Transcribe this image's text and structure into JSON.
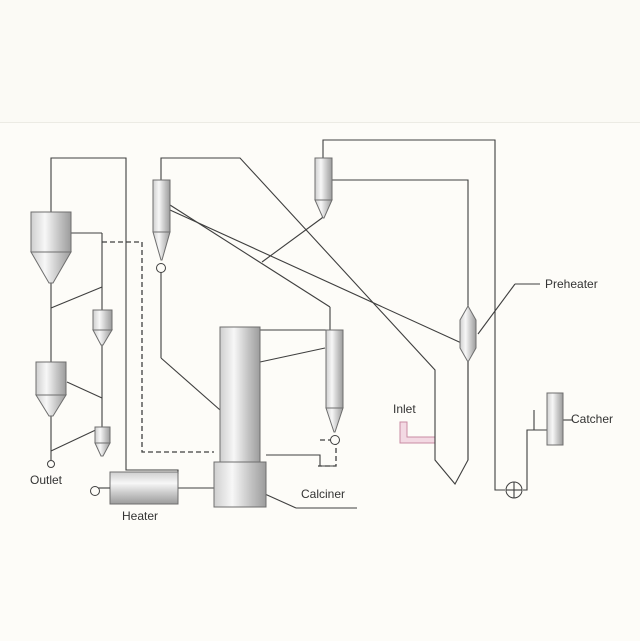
{
  "labels": {
    "outlet": "Outlet",
    "heater": "Heater",
    "calciner": "Calciner",
    "inlet": "Inlet",
    "preheater": "Preheater",
    "catcher": "Catcher"
  },
  "colors": {
    "background": "#fbfaf5",
    "line": "#3f3f3f",
    "vessel_light": "#f4f4f4",
    "vessel_dark": "#a9a9a9",
    "inlet_fill": "#f3d9e3",
    "inlet_stroke": "#c98ba3"
  }
}
